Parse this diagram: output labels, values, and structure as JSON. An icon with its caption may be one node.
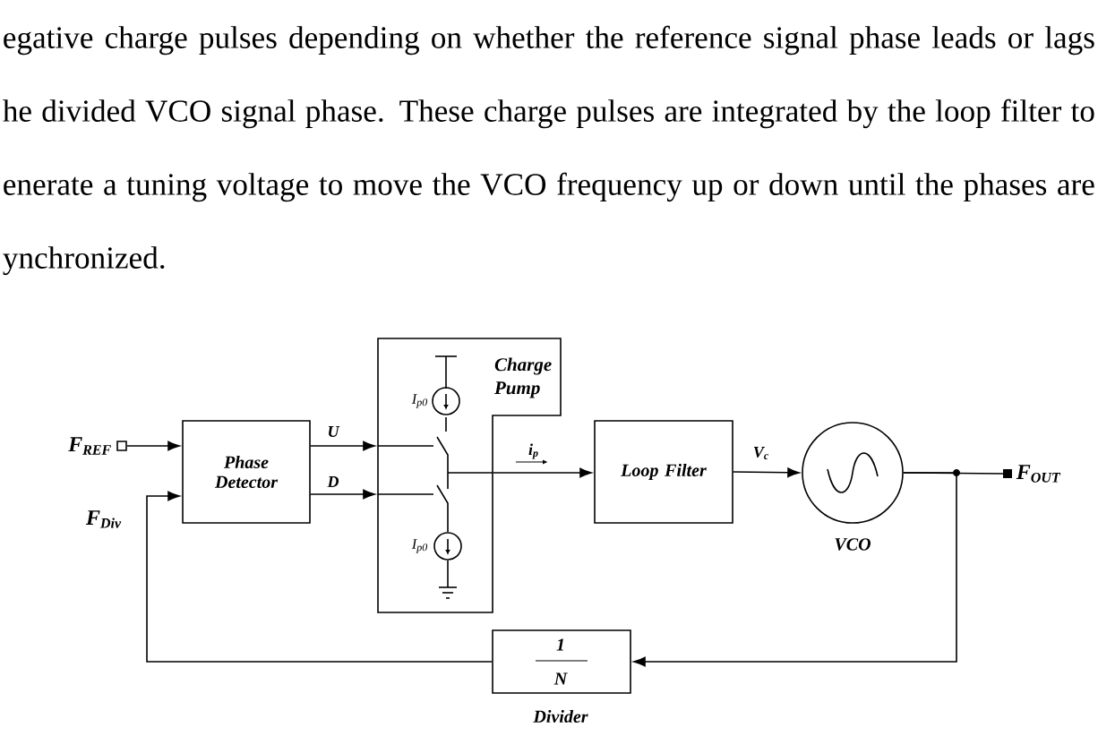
{
  "diagram": {
    "nodes": [
      {
        "text": [
          "F$_{REF}$"
        ]
      },
      {
        "text": [
          "Phase Detector"
        ]
      },
      {
        "text": [
          "Charge Pump"
        ]
      },
      {
        "text": [
          "Loop Filter"
        ]
      },
      {
        "text": [
          "VCO"
        ]
      },
      {
        "text": [
          "F$_{OUT}$"
        ]
      },
      {
        "text": [
          "1",
          "N",
          "Divider"
        ]
      }
    ],
    "edges": [
      {
        "from": 0,
        "to": 1,
        "arrow": "to"
      },
      {
        "from": 1,
        "to": 2,
        "arrow": "to",
        "label": "U"
      },
      {
        "from": 1,
        "to": 2,
        "arrow": "to",
        "label": "D"
      },
      {
        "from": 2,
        "to": 3,
        "arrow": "to",
        "label": "i$_{p}$"
      },
      {
        "from": 3,
        "to": 4,
        "arrow": "to",
        "label": "V$_{c}$"
      },
      {
        "from": 4,
        "to": 5,
        "arrow": "none"
      },
      {
        "from": 4,
        "to": 6,
        "arrow": "to"
      },
      {
        "from": 6,
        "to": 1,
        "arrow": "to",
        "label": "F$_{Div}$"
      }
    ],
    "labels": [
      "egative charge pulses depending on whether the reference signal phase leads or lags he divided VCO signal phase. These charge pulses are integrated by the loop filter to enerate a tuning voltage to move the VCO frequency up or down until the phases are ynchronized.",
      "I$_{p0}$",
      "I$_{p0}$"
    ]
  }
}
